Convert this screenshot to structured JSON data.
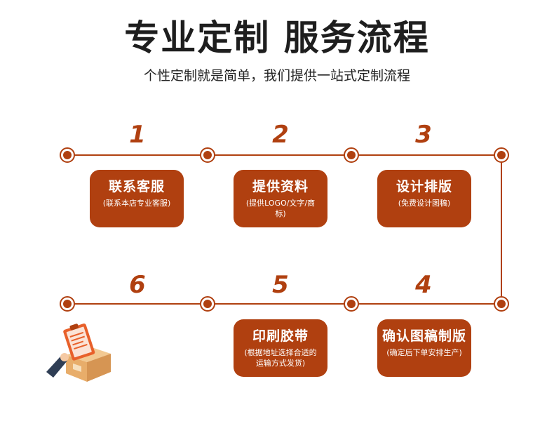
{
  "header": {
    "title": "专业定制 服务流程",
    "subtitle": "个性定制就是简单，我们提供一站式定制流程"
  },
  "colors": {
    "accent": "#b04010",
    "title": "#1e1e1e"
  },
  "steps": [
    {
      "number": "1",
      "title": "联系客服",
      "desc": "(联系本店专业客服)"
    },
    {
      "number": "2",
      "title": "提供资料",
      "desc": "(提供LOGO/文字/商标)"
    },
    {
      "number": "3",
      "title": "设计排版",
      "desc": "(免费设计图稿)"
    },
    {
      "number": "4",
      "title": "确认图稿制版",
      "desc": "(确定后下单安排生产)"
    },
    {
      "number": "5",
      "title": "印刷胶带",
      "desc": "(根据地址选择合适的运输方式发货)"
    },
    {
      "number": "6"
    }
  ],
  "illustration": {
    "icon": "clipboard-box-icon"
  }
}
